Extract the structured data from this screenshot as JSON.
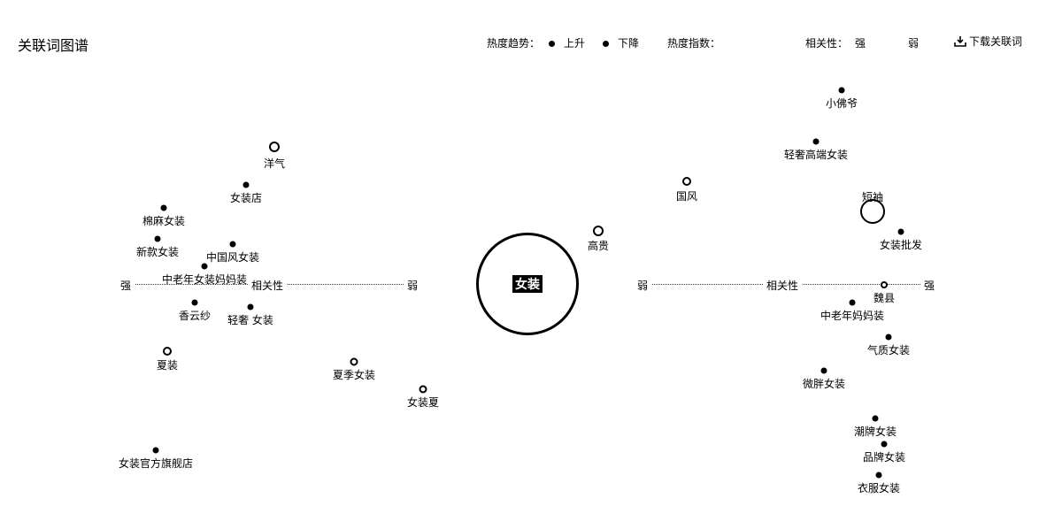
{
  "header": {
    "title": "关联词图谱",
    "trend_label": "热度趋势：",
    "trend_up": "上升",
    "trend_down": "下降",
    "heat_label": "热度指数：",
    "relevance_label": "相关性：",
    "relevance_strong": "强",
    "relevance_weak": "弱",
    "download_label": "下载关联词"
  },
  "center": {
    "label": "女装"
  },
  "axes": {
    "left": {
      "end_strong": "强",
      "mid": "相关性",
      "end_weak": "弱"
    },
    "right": {
      "end_weak": "弱",
      "mid": "相关性",
      "end_strong": "强"
    }
  },
  "nodes": [
    {
      "label": "洋气",
      "style": "ring"
    },
    {
      "label": "女装店",
      "style": "solid"
    },
    {
      "label": "棉麻女装",
      "style": "solid"
    },
    {
      "label": "新款女装",
      "style": "solid"
    },
    {
      "label": "中国风女装",
      "style": "solid"
    },
    {
      "label": "中老年女装妈妈装",
      "style": "solid"
    },
    {
      "label": "香云纱",
      "style": "solid"
    },
    {
      "label": "轻奢 女装",
      "style": "solid"
    },
    {
      "label": "夏装",
      "style": "ring"
    },
    {
      "label": "夏季女装",
      "style": "ring"
    },
    {
      "label": "女装夏",
      "style": "ring"
    },
    {
      "label": "女装官方旗舰店",
      "style": "solid"
    },
    {
      "label": "高贵",
      "style": "ring"
    },
    {
      "label": "国风",
      "style": "ring"
    },
    {
      "label": "小佛爷",
      "style": "solid"
    },
    {
      "label": "轻奢高端女装",
      "style": "solid"
    },
    {
      "label": "短袖",
      "style": "ring"
    },
    {
      "label": "女装批发",
      "style": "solid"
    },
    {
      "label": "魏县",
      "style": "ring"
    },
    {
      "label": "中老年妈妈装",
      "style": "solid"
    },
    {
      "label": "气质女装",
      "style": "solid"
    },
    {
      "label": "微胖女装",
      "style": "solid"
    },
    {
      "label": "潮牌女装",
      "style": "solid"
    },
    {
      "label": "品牌女装",
      "style": "solid"
    },
    {
      "label": "衣服女装",
      "style": "solid"
    }
  ]
}
